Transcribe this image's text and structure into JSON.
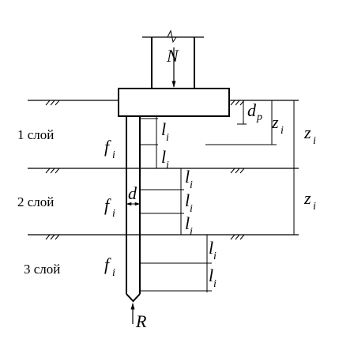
{
  "layers": {
    "layer1": "1 слой",
    "layer2": "2 слой",
    "layer3": "3 слой"
  },
  "symbols": {
    "load": "N",
    "reaction": "R",
    "diameter": "d",
    "friction": "f",
    "friction_sub": "i",
    "segment": "l",
    "segment_sub": "i",
    "depth": "z",
    "depth_sub": "i",
    "grillage_depth": "d",
    "grillage_depth_sub": "p"
  }
}
